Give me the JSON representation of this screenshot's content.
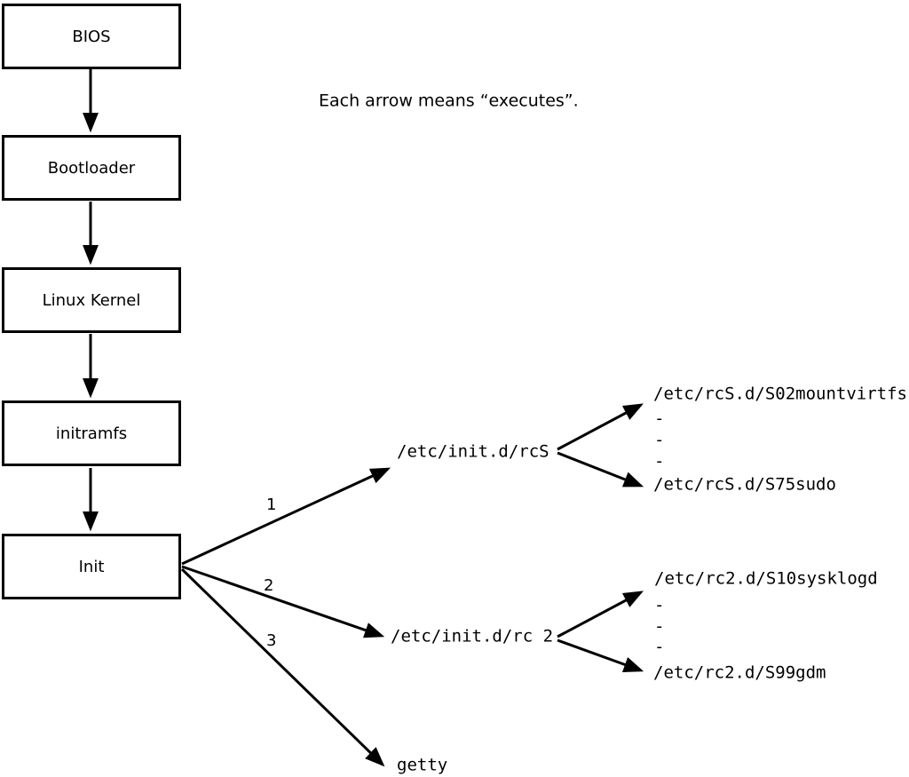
{
  "note": "Each arrow means “executes”.",
  "dash": "-",
  "boxes": [
    {
      "id": "bios",
      "label": "BIOS"
    },
    {
      "id": "bootloader",
      "label": "Bootloader"
    },
    {
      "id": "kernel",
      "label": "Linux Kernel"
    },
    {
      "id": "initramfs",
      "label": "initramfs"
    },
    {
      "id": "init",
      "label": "Init"
    }
  ],
  "branches": [
    {
      "number": "1",
      "target": "/etc/init.d/rcS"
    },
    {
      "number": "2",
      "target": "/etc/init.d/rc 2"
    },
    {
      "number": "3",
      "target": "getty"
    }
  ],
  "rcs_scripts": {
    "first": "/etc/rcS.d/S02mountvirtfs",
    "last": "/etc/rcS.d/S75sudo"
  },
  "rc2_scripts": {
    "first": "/etc/rc2.d/S10sysklogd",
    "last": "/etc/rc2.d/S99gdm"
  },
  "edges": [
    "BIOS -> Bootloader",
    "Bootloader -> Linux Kernel",
    "Linux Kernel -> initramfs",
    "initramfs -> Init",
    "Init -> /etc/init.d/rcS (1)",
    "Init -> /etc/init.d/rc 2 (2)",
    "Init -> getty (3)",
    "/etc/init.d/rcS -> /etc/rcS.d/S02mountvirtfs",
    "/etc/init.d/rcS -> /etc/rcS.d/S75sudo",
    "/etc/init.d/rc 2 -> /etc/rc2.d/S10sysklogd",
    "/etc/init.d/rc 2 -> /etc/rc2.d/S99gdm"
  ],
  "colors": {
    "ink": "#000000",
    "background": "#ffffff"
  }
}
